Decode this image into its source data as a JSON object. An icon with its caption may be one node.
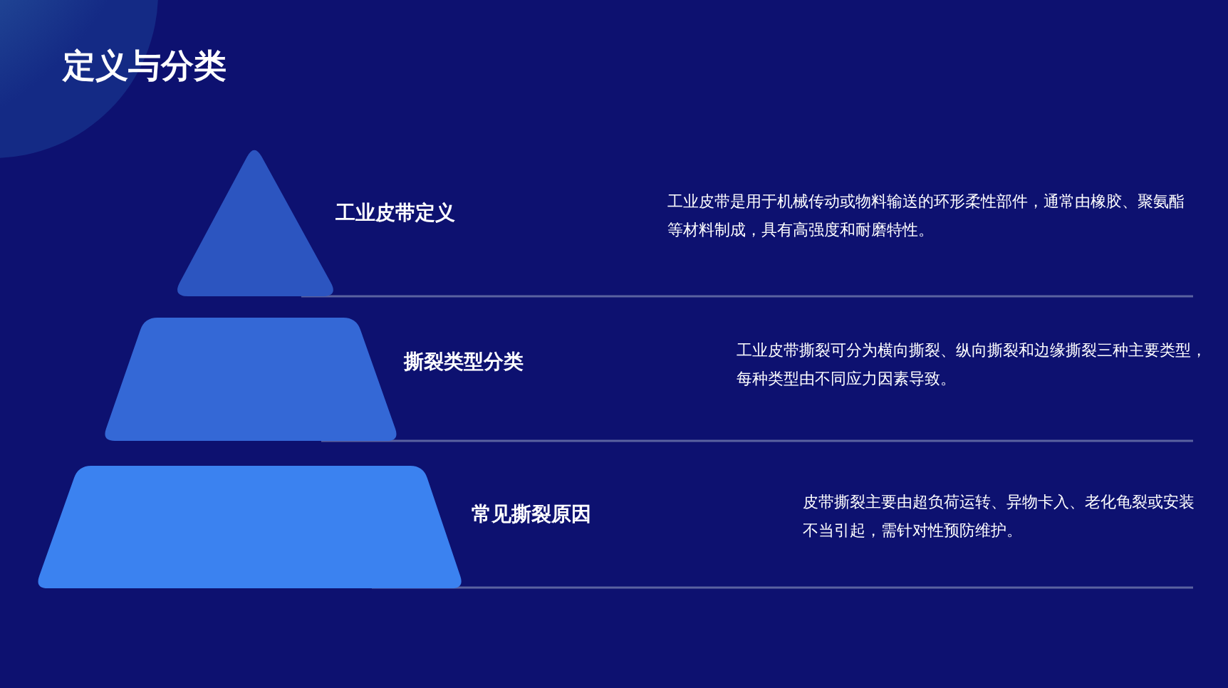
{
  "diagram": {
    "title": "定义与分类",
    "nodes": [
      {
        "text": [
          "工业皮带定义",
          "工业皮带是用于机械传动或物料输送的环形柔性部件，通常由橡胶、聚氨酯等材料制成，具有高强度和耐磨特性。"
        ]
      },
      {
        "text": [
          "撕裂类型分类",
          "工业皮带撕裂可分为横向撕裂、纵向撕裂和边缘撕裂三种主要类型，每种类型由不同应力因素导致。"
        ]
      },
      {
        "text": [
          "常见撕裂原因",
          "皮带撕裂主要由超负荷运转、异物卡入、老化龟裂或安装不当引起，需针对性预防维护。"
        ]
      }
    ],
    "edges": []
  }
}
